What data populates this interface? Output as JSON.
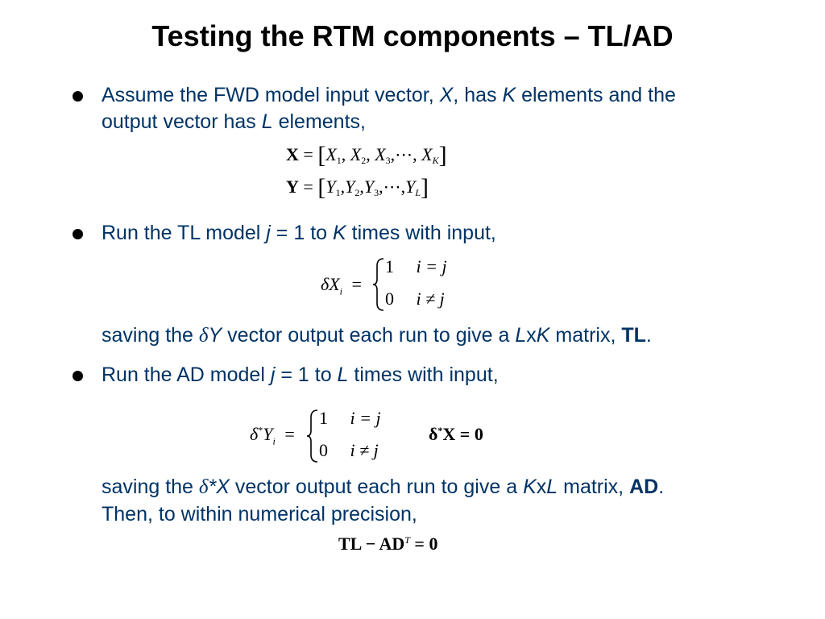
{
  "slide": {
    "title": "Testing the RTM components – TL/AD"
  },
  "bullet1": {
    "line1_a": "Assume the FWD model input vector, ",
    "line1_X": "X",
    "line1_b": ", has ",
    "line1_K": "K",
    "line1_c": " elements and the",
    "line2_a": "output vector has ",
    "line2_L": "L",
    "line2_b": " elements,",
    "eqX": {
      "lhs": "X",
      "eq": "=",
      "e1": "X",
      "s1": "1",
      "e2": "X",
      "s2": "2",
      "e3": "X",
      "s3": "3",
      "dots": "⋯",
      "e4": "X",
      "s4": "K"
    },
    "eqY": {
      "lhs": "Y",
      "eq": "=",
      "e1": "Y",
      "s1": "1",
      "e2": "Y",
      "s2": "2",
      "e3": "Y",
      "s3": "3",
      "dots": "⋯",
      "e4": "Y",
      "s4": "L"
    }
  },
  "bullet2": {
    "a": "Run the TL model ",
    "j": "j",
    "b": " = 1 to ",
    "K": "K",
    "c": "  times with input,",
    "case_lhs": "δX",
    "case_sub": "i",
    "case_eq": "=",
    "row1_val": "1",
    "row1_cond": "i = j",
    "row2_val": "0",
    "row2_cond": "i ≠ j",
    "saving_a": "saving the ",
    "saving_delta": "δ",
    "saving_Y": "Y",
    "saving_b": " vector output each run to give a ",
    "saving_L": "L",
    "saving_x": "x",
    "saving_K": "K",
    "saving_c": " matrix, ",
    "saving_TL": "TL",
    "saving_d": "."
  },
  "bullet3": {
    "a": "Run the AD model ",
    "j": "j",
    "b": " = 1 to ",
    "L": "L",
    "c": " times with input,",
    "case_lhs": "δ",
    "case_star": "*",
    "case_Y": "Y",
    "case_sub": "i",
    "case_eq": "=",
    "row1_val": "1",
    "row1_cond": "i = j",
    "row2_val": "0",
    "row2_cond": "i ≠ j",
    "side_eq": "δ",
    "side_star": "*",
    "side_rest": "X = 0",
    "saving_a": "saving the ",
    "saving_delta": "δ",
    "saving_X": "*X",
    "saving_b": " vector output each run to give a ",
    "saving_K": "K",
    "saving_x": "x",
    "saving_L": "L",
    "saving_c": " matrix, ",
    "saving_AD": "AD",
    "saving_d": ".",
    "then": "Then, to within numerical precision,",
    "final_a": "TL − AD",
    "final_T": "T",
    "final_b": " = 0"
  }
}
